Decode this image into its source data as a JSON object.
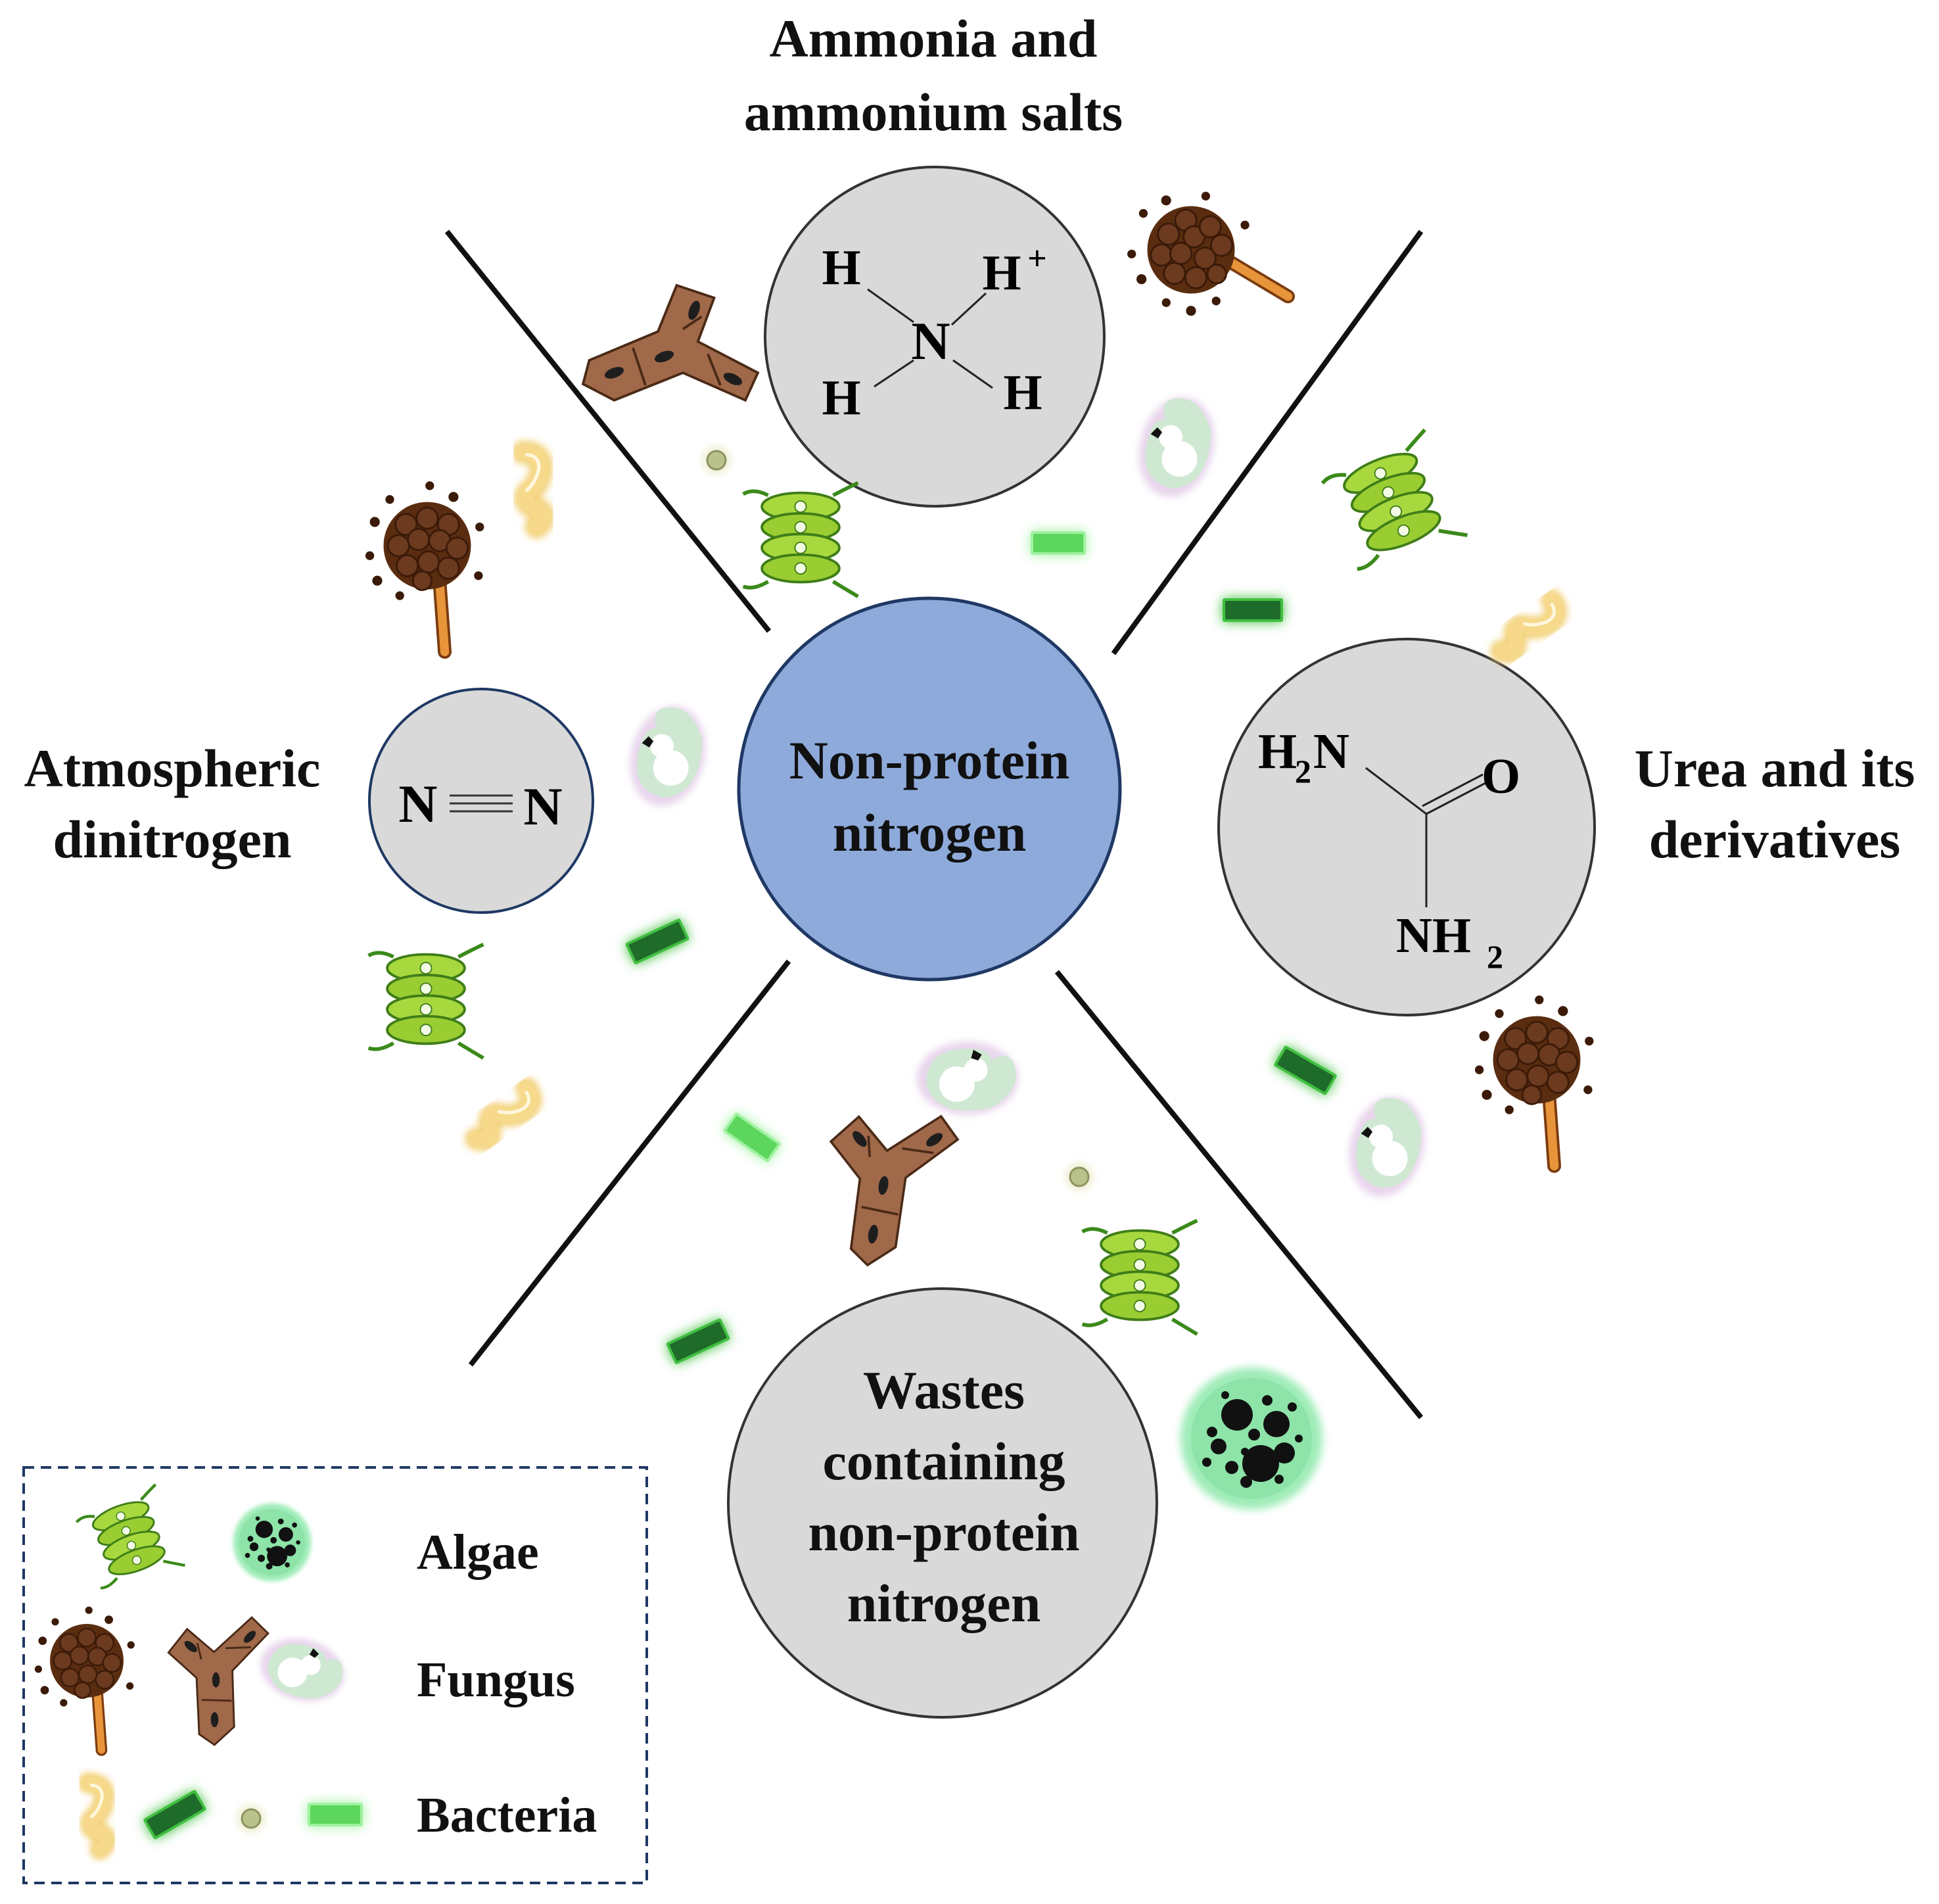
{
  "center": {
    "line1": "Non-protein",
    "line2": "nitrogen"
  },
  "sources": {
    "top": {
      "line1": "Ammonia and",
      "line2": "ammonium salts"
    },
    "left": {
      "line1": "Atmospheric",
      "line2": "dinitrogen"
    },
    "right": {
      "line1": "Urea and its",
      "line2": "derivatives"
    },
    "bottom": {
      "line1": "Wastes",
      "line2": "containing",
      "line3": "non-protein",
      "line4": "nitrogen"
    }
  },
  "molecules": {
    "ammonium": {
      "h_topleft": "H",
      "h_plus": "H",
      "plus": "+",
      "n": "N",
      "h_bottomleft": "H",
      "h_bottomright": "H"
    },
    "dinitrogen": {
      "n_left": "N",
      "n_right": "N"
    },
    "urea": {
      "h2n_h": "H",
      "h2n_2": "2",
      "h2n_n": "N",
      "o": "O",
      "nh2_nh": "NH",
      "nh2_2": "2"
    }
  },
  "legend": {
    "algae": "Algae",
    "fungus": "Fungus",
    "bacteria": "Bacteria"
  },
  "colors": {
    "center_fill": "#8eaadb",
    "source_fill": "#d9d9d9",
    "algae_green": "#9acd32",
    "spore_brown": "#6b3a1f",
    "hypha_brown": "#9b6a4a",
    "yeast_green": "#cfe8d2",
    "bacteria_yellow": "#f3d27a",
    "bacteria_dark": "#1f6b2a",
    "bacteria_light": "#5cd65c"
  }
}
